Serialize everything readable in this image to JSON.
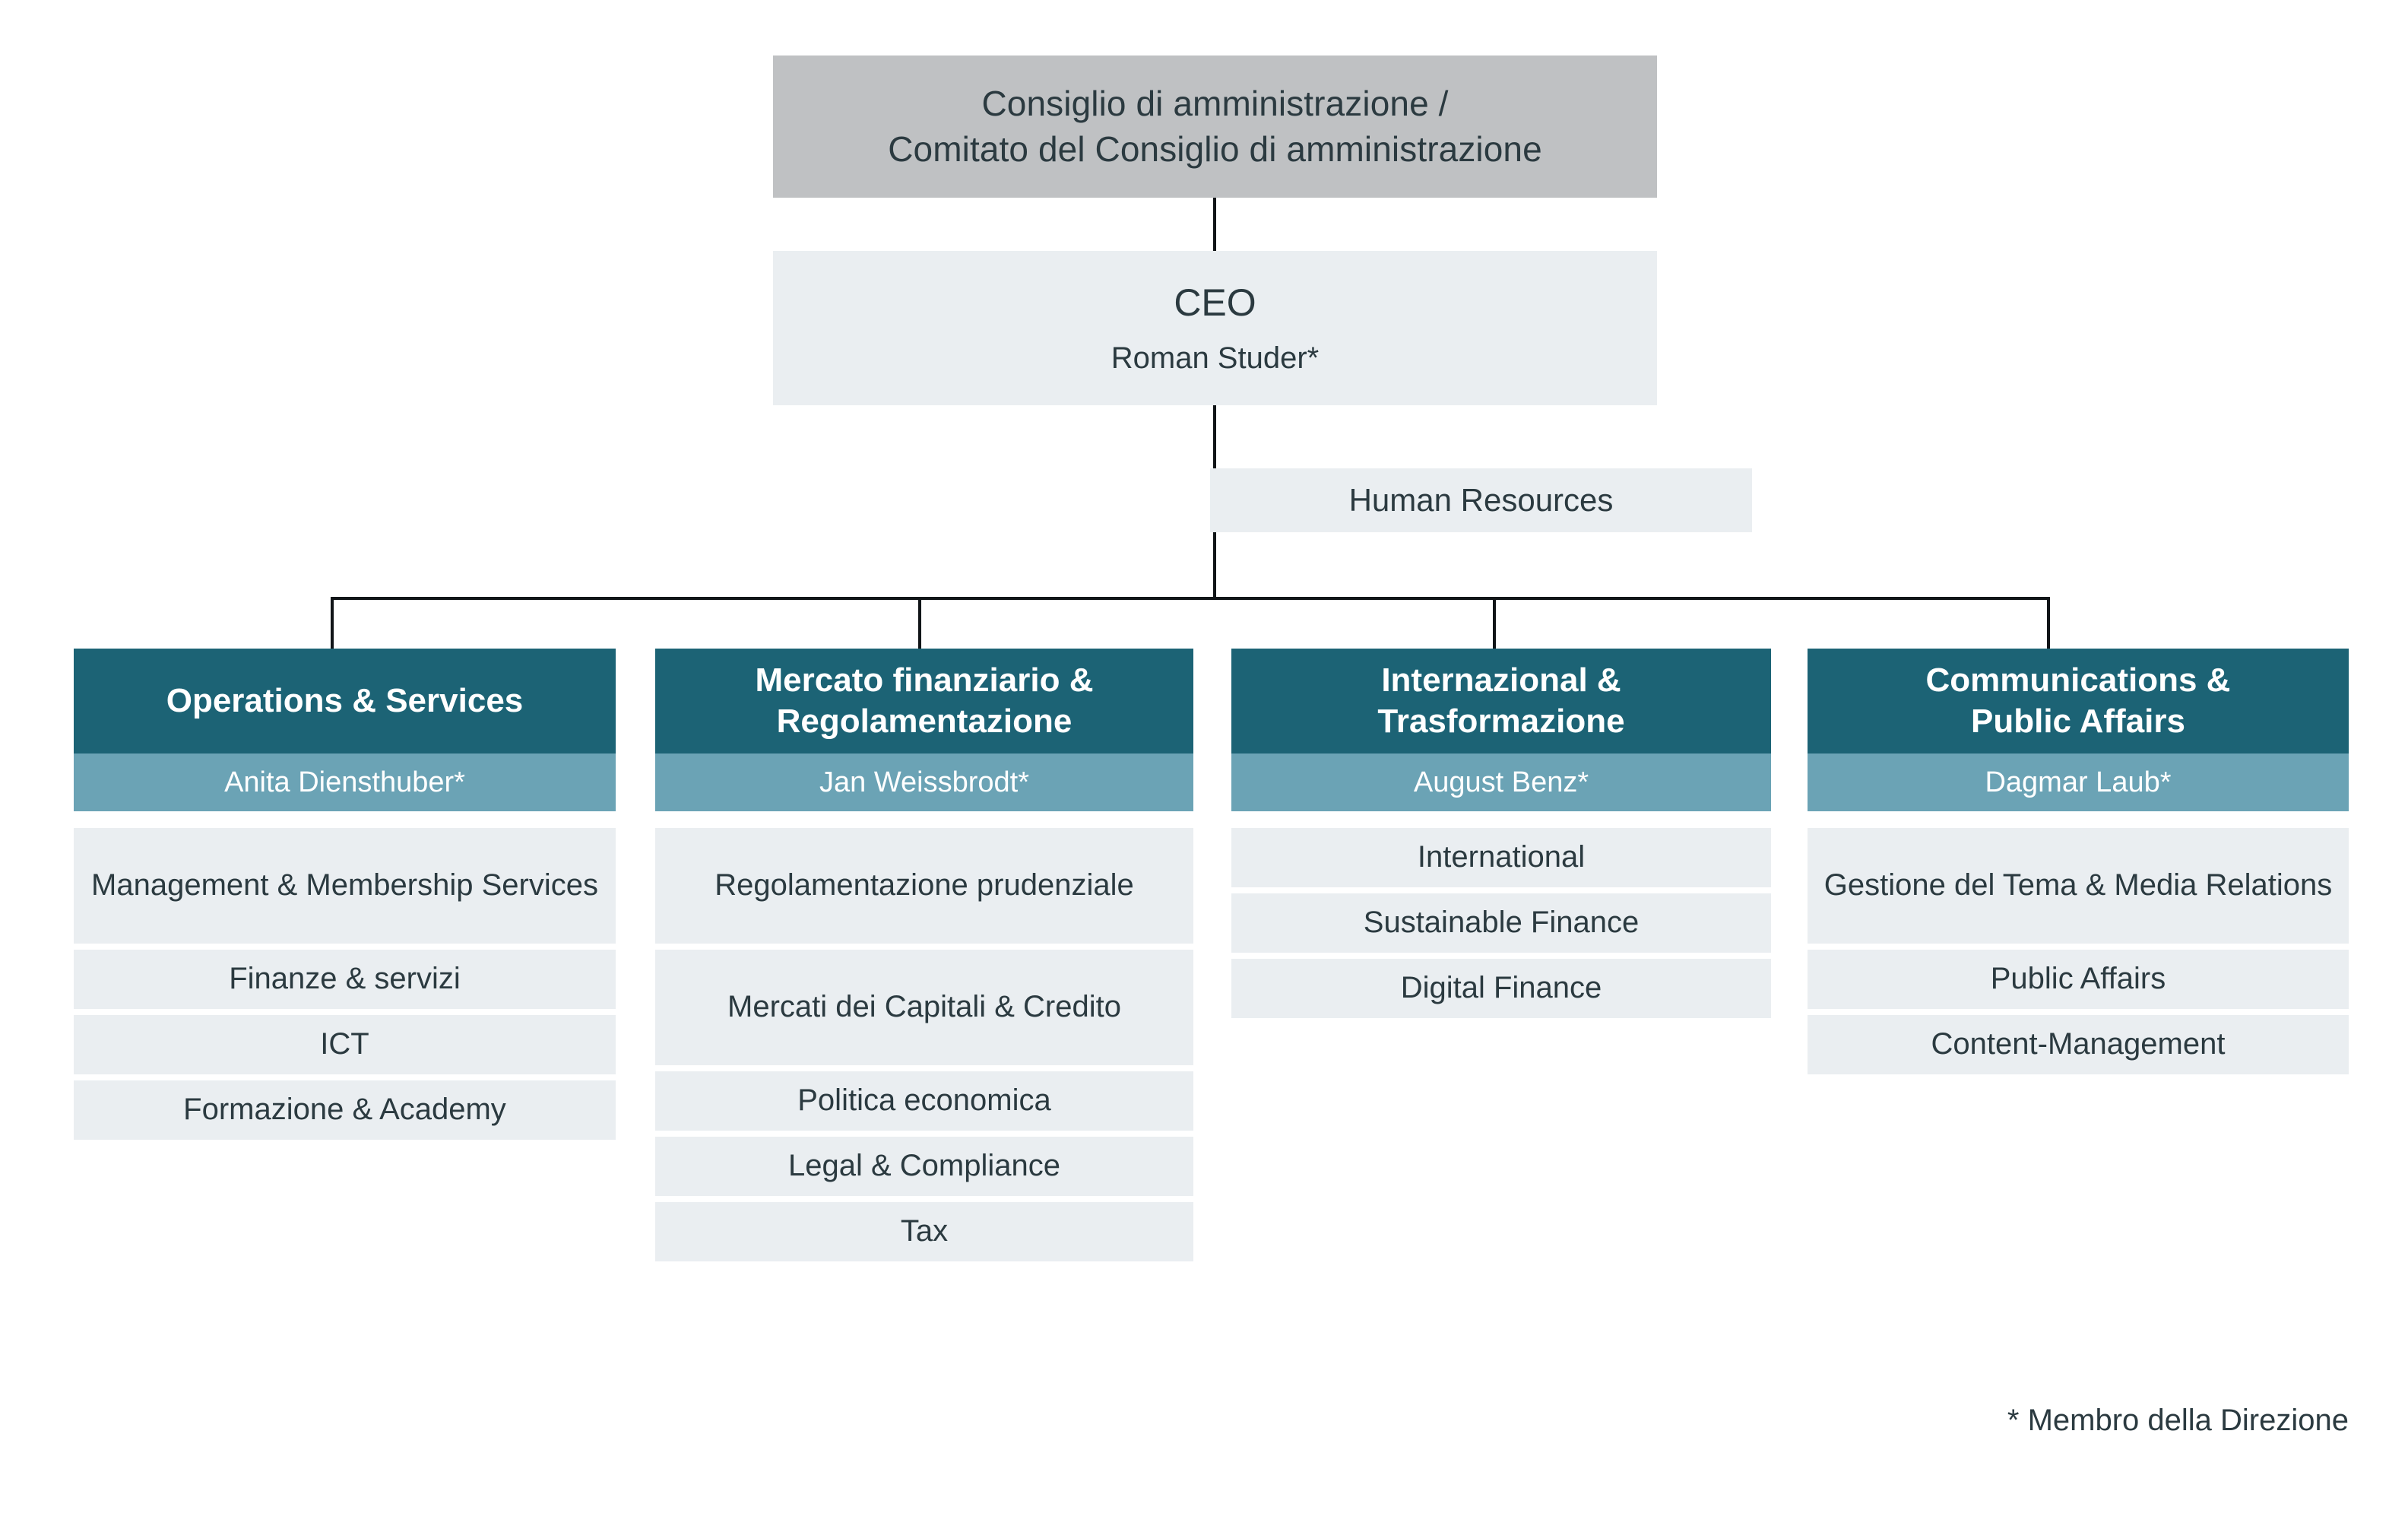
{
  "board": {
    "line1": "Consiglio di amministrazione /",
    "line2": "Comitato del Consiglio di amministrazione"
  },
  "ceo": {
    "title": "CEO",
    "name": "Roman Studer*"
  },
  "staff": {
    "human_resources": "Human Resources"
  },
  "footnote": "* Membro della Direzione",
  "colors": {
    "board_bg": "#bfc1c3",
    "dept_head_bg": "#1c6375",
    "dept_lead_bg": "#6ba3b5",
    "unit_bg": "#eaeef1",
    "text": "#2b3a40",
    "line": "#111518"
  },
  "departments": [
    {
      "name_line1": "Operations & Services",
      "name_line2": "",
      "lead": "Anita Diensthuber*",
      "units": [
        "Management & Membership Services",
        "Finanze & servizi",
        "ICT",
        "Formazione & Academy"
      ]
    },
    {
      "name_line1": "Mercato finanziario &",
      "name_line2": "Regolamentazione",
      "lead": "Jan Weissbrodt*",
      "units": [
        "Regolamentazione prudenziale",
        "Mercati dei Capitali & Credito",
        "Politica economica",
        "Legal & Compliance",
        "Tax"
      ]
    },
    {
      "name_line1": "Internazional &",
      "name_line2": "Trasformazione",
      "lead": "August Benz*",
      "units": [
        "International",
        "Sustainable Finance",
        "Digital Finance"
      ]
    },
    {
      "name_line1": "Communications &",
      "name_line2": "Public Affairs",
      "lead": "Dagmar Laub*",
      "units": [
        "Gestione del Tema & Media Relations",
        "Public Affairs",
        "Content-Management"
      ]
    }
  ]
}
